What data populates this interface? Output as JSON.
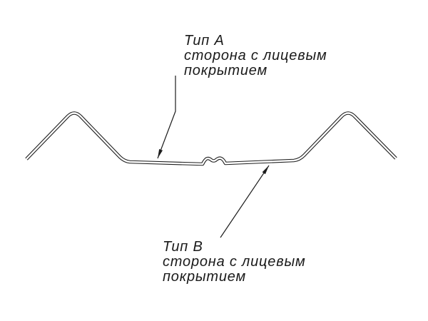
{
  "page": {
    "background": "#ffffff"
  },
  "diagram": {
    "stroke_color": "#1c1c1c",
    "description": "cross-section of corrugated metal sheet profile with leader callouts",
    "labels": {
      "type_a": {
        "title": "Тип A",
        "desc_line1": "сторона с лицевым",
        "desc_line2": "покрытием"
      },
      "type_b": {
        "title": "Тип B",
        "desc_line1": "сторона с лицевым",
        "desc_line2": "покрытием"
      }
    }
  }
}
